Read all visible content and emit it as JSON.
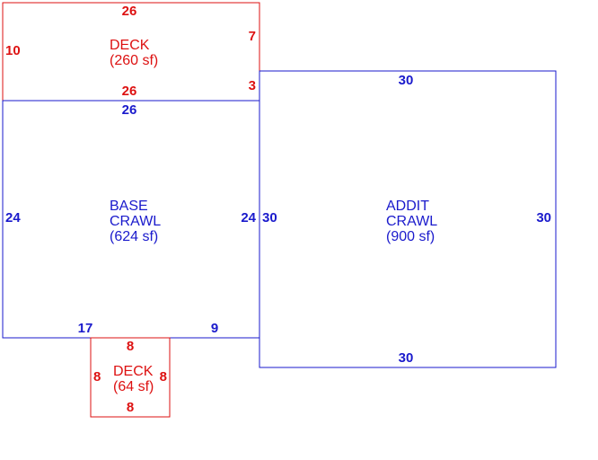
{
  "colors": {
    "deck": "#dd1111",
    "living": "#1a1acc",
    "background": "#ffffff"
  },
  "areas": {
    "deck_top": {
      "name": "DECK",
      "area": "(260 sf)",
      "dims": {
        "top": "26",
        "left": "10",
        "right_upper": "7",
        "right_lower": "3",
        "bottom": "26"
      }
    },
    "base_crawl": {
      "name_line1": "BASE",
      "name_line2": "CRAWL",
      "area": "(624 sf)",
      "dims": {
        "top": "26",
        "left": "24",
        "right": "24",
        "bottom_left": "17",
        "bottom_right": "9"
      }
    },
    "addit_crawl": {
      "name_line1": "ADDIT",
      "name_line2": "CRAWL",
      "area": "(900 sf)",
      "dims": {
        "top": "30",
        "left": "30",
        "right": "30",
        "bottom": "30"
      }
    },
    "deck_bottom": {
      "name": "DECK",
      "area": "(64 sf)",
      "dims": {
        "top": "8",
        "left": "8",
        "right": "8",
        "bottom": "8"
      }
    }
  }
}
